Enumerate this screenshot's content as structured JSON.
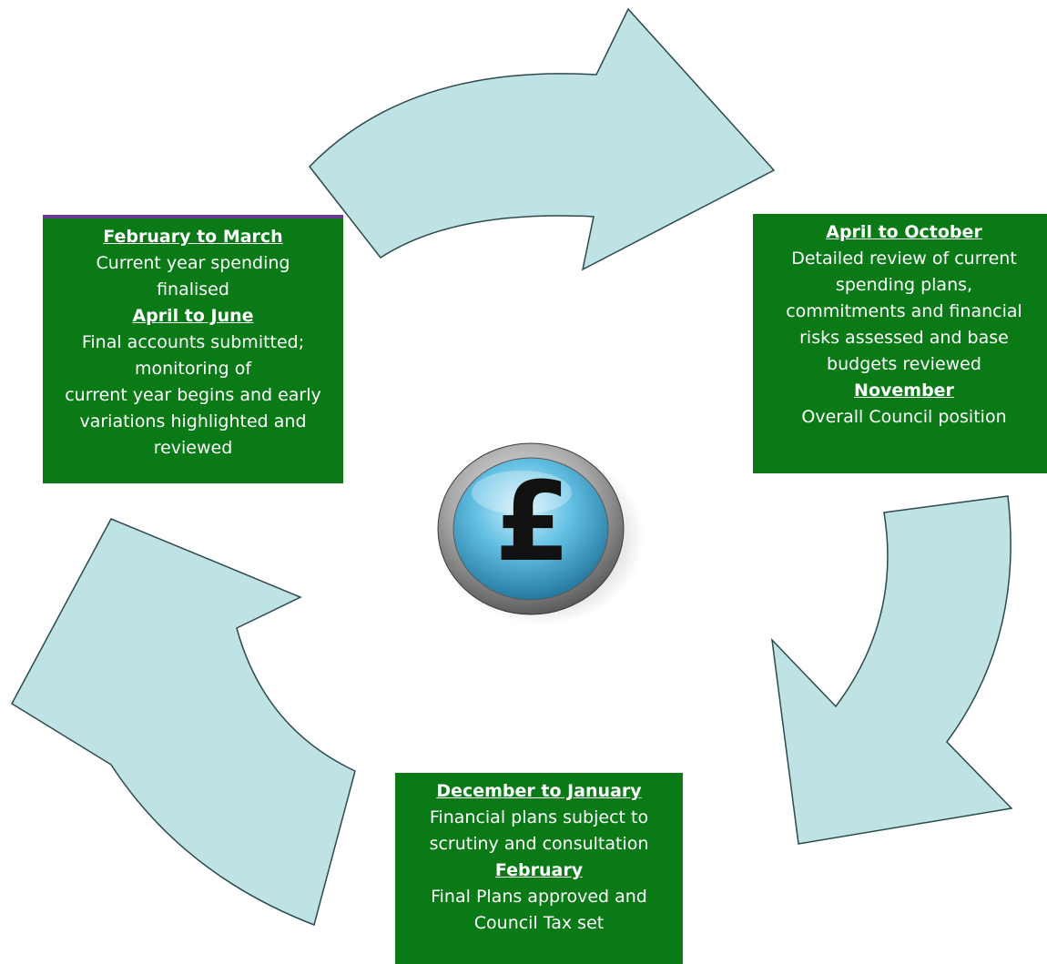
{
  "colors": {
    "box_fill": "#0a7a17",
    "box_text": "#ffffff",
    "arrow_fill": "#bfe2e5",
    "arrow_stroke": "#2c4a4d",
    "coin_face": "#4fb0d6",
    "coin_rim": "#a8a8a8",
    "symbol": "#111111"
  },
  "icons": {
    "center": "pound-coin-icon",
    "arrows": [
      "curved-arrow-icon",
      "curved-arrow-icon",
      "curved-arrow-icon",
      "curved-arrow-icon"
    ]
  },
  "center_symbol": "£",
  "stages": {
    "feb_mar": {
      "heading1": "February to March",
      "text1": [
        "Current year spending",
        "finalised"
      ],
      "heading2": "April to June",
      "text2": [
        "Final accounts submitted;",
        "monitoring of",
        "current year begins and early",
        "variations highlighted and",
        "reviewed"
      ]
    },
    "apr_oct": {
      "heading1": "April to October",
      "text1": [
        "Detailed review of current",
        "spending plans,",
        "commitments and financial",
        "risks assessed and base",
        "budgets reviewed"
      ],
      "heading2": "November",
      "text2": [
        "Overall Council position"
      ]
    },
    "dec_jan": {
      "heading1": "December to January",
      "text1": [
        "Financial plans subject to",
        "scrutiny and consultation"
      ],
      "heading2": "February",
      "text2": [
        "Final Plans approved and",
        "Council Tax set"
      ]
    }
  }
}
